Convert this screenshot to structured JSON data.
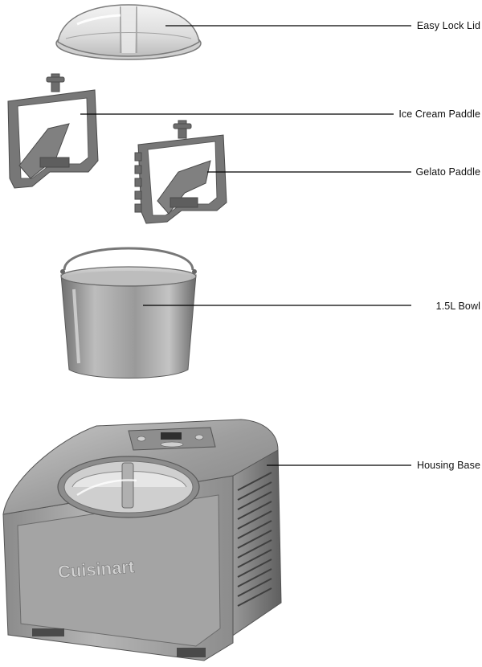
{
  "labels": {
    "lid": "Easy Lock Lid",
    "ice_cream_paddle": "Ice Cream Paddle",
    "gelato_paddle": "Gelato Paddle",
    "bowl": "1.5L Bowl",
    "housing_base": "Housing Base"
  },
  "brand": "Cuisinart",
  "colors": {
    "leader_line": "#000000",
    "paddle": "#6d6d6d",
    "steel": "#a9a9a9"
  }
}
